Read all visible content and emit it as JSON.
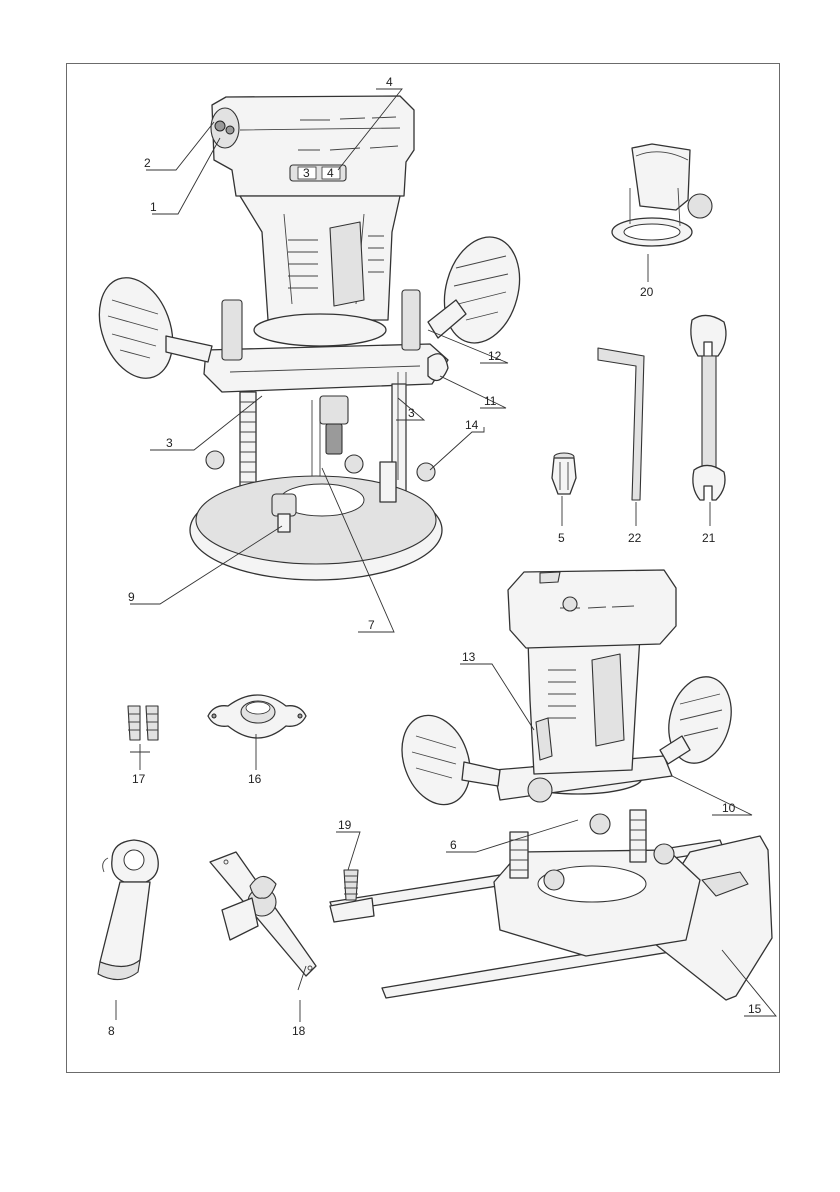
{
  "labels": {
    "l1": "1",
    "l2": "2",
    "l3a": "3",
    "l3b": "3",
    "l4": "4",
    "l5": "5",
    "l6": "6",
    "l7": "7",
    "l8": "8",
    "l9": "9",
    "l10": "10",
    "l11": "11",
    "l12": "12",
    "l13": "13",
    "l14": "14",
    "l15": "15",
    "l16": "16",
    "l17": "17",
    "l18": "18",
    "l19": "19",
    "l20": "20",
    "l21": "21",
    "l22": "22"
  },
  "speed_dial": {
    "left_digit": "3",
    "right_digit": "4"
  }
}
